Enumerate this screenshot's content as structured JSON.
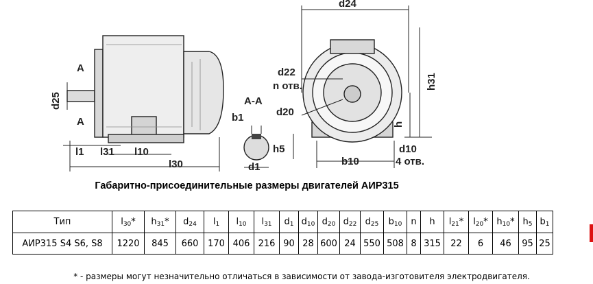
{
  "drawing": {
    "labels": {
      "d24": "d24",
      "d22": "d22",
      "n_otv": "n отв.",
      "d20": "d20",
      "h31": "h31",
      "h": "h",
      "d10": "d10",
      "otv4": "4 отв.",
      "b10": "b10",
      "aa": "А-А",
      "b1": "b1",
      "h5": "h5",
      "d1": "d1",
      "a_top": "А",
      "a_bottom": "А",
      "d25": "d25",
      "l1": "l1",
      "l31": "l31",
      "l10": "l10",
      "l30": "l30"
    }
  },
  "caption": "Габаритно-присоединительные размеры двигателей АИР315",
  "table": {
    "headers": [
      {
        "main": "Тип",
        "sub": "",
        "star": ""
      },
      {
        "main": "l",
        "sub": "30",
        "star": "*"
      },
      {
        "main": "h",
        "sub": "31",
        "star": "*"
      },
      {
        "main": "d",
        "sub": "24",
        "star": ""
      },
      {
        "main": "l",
        "sub": "1",
        "star": ""
      },
      {
        "main": "l",
        "sub": "10",
        "star": ""
      },
      {
        "main": "l",
        "sub": "31",
        "star": ""
      },
      {
        "main": "d",
        "sub": "1",
        "star": ""
      },
      {
        "main": "d",
        "sub": "10",
        "star": ""
      },
      {
        "main": "d",
        "sub": "20",
        "star": ""
      },
      {
        "main": "d",
        "sub": "22",
        "star": ""
      },
      {
        "main": "d",
        "sub": "25",
        "star": ""
      },
      {
        "main": "b",
        "sub": "10",
        "star": ""
      },
      {
        "main": "n",
        "sub": "",
        "star": ""
      },
      {
        "main": "h",
        "sub": "",
        "star": ""
      },
      {
        "main": "l",
        "sub": "21",
        "star": "*"
      },
      {
        "main": "l",
        "sub": "20",
        "star": "*"
      },
      {
        "main": "h",
        "sub": "10",
        "star": "*"
      },
      {
        "main": "h",
        "sub": "5",
        "star": ""
      },
      {
        "main": "b",
        "sub": "1",
        "star": ""
      }
    ],
    "row": [
      "АИР315 S4 S6, S8",
      "1220",
      "845",
      "660",
      "170",
      "406",
      "216",
      "90",
      "28",
      "600",
      "24",
      "550",
      "508",
      "8",
      "315",
      "22",
      "6",
      "46",
      "95",
      "25"
    ]
  },
  "footnote": "* - размеры могут незначительно отличаться в зависимости от завода-изготовителя электродвигателя.",
  "colors": {
    "marker": "#dd1111",
    "drawing_line": "#222222"
  }
}
